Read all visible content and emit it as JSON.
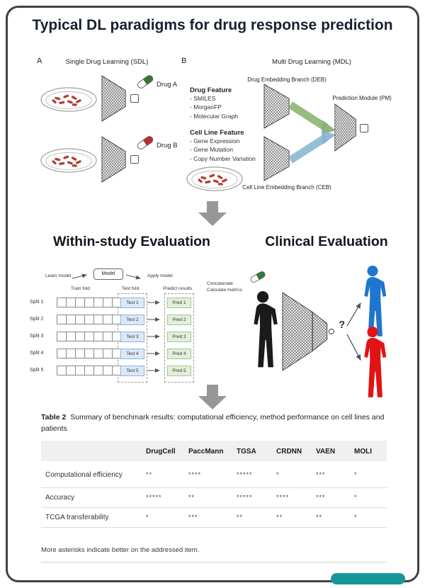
{
  "figure": {
    "title": "Typical DL paradigms for drug response prediction"
  },
  "panel_a": {
    "label": "A",
    "title": "Single Drug Learning (SDL)",
    "drug_a_label": "Drug A",
    "drug_b_label": "Drug B"
  },
  "panel_b": {
    "label": "B",
    "title": "Multi Drug Learning (MDL)",
    "drug_feature_title": "Drug Feature",
    "drug_feature_items": [
      "- SMILES",
      "- MorganFP",
      "- Molecular Graph"
    ],
    "cell_feature_title": "Cell Line Feature",
    "cell_feature_items": [
      "- Gene Expression",
      "- Gene Mutation",
      "- Copy Number Variation"
    ],
    "deb_label": "Drug Embedding Branch (DEB)",
    "ceb_label": "Cell Line Embedding Branch (CEB)",
    "pm_label": "Prediction Module (PM)"
  },
  "within_study": {
    "title": "Within-study Evaluation",
    "learn_model": "Learn model",
    "model": "Model",
    "apply_model": "Apply model",
    "train_fold": "Train fold",
    "test_fold": "Test fold",
    "predict_results": "Predict results",
    "concatenate": "Concatenate",
    "calculate_metrics": "Calculate metrics",
    "splits": [
      "Split 1",
      "Split 2",
      "Split 3",
      "Split 4",
      "Split 5"
    ],
    "tests": [
      "Test 1",
      "Test 2",
      "Test 3",
      "Test 4",
      "Test 5"
    ],
    "preds": [
      "Pred 1",
      "Pred 2",
      "Pred 3",
      "Pred 4",
      "Pred 5"
    ]
  },
  "clinical": {
    "title": "Clinical Evaluation",
    "question": "?"
  },
  "table": {
    "label": "Table 2",
    "caption": "Summary of benchmark results: computational efficiency, method performance on cell lines and patients",
    "columns": [
      "DrugCell",
      "PaccMann",
      "TGSA",
      "CRDNN",
      "VAEN",
      "MOLI"
    ],
    "rows": [
      {
        "label": "Computational efficiency",
        "values": [
          "**",
          "****",
          "*****",
          "*",
          "***",
          "*"
        ]
      },
      {
        "label": "Accuracy",
        "values": [
          "*****",
          "**",
          "*****",
          "****",
          "***",
          "*"
        ]
      },
      {
        "label": "TCGA transferability",
        "values": [
          "*",
          "***",
          "**",
          "**",
          "**",
          "*"
        ]
      }
    ],
    "footnote": "More asterisks indicate better on the addressed item."
  },
  "colors": {
    "accent_teal": "#169797",
    "drug_green": "#2d7d32",
    "drug_red": "#c62828",
    "patient_blue": "#1d76cf",
    "patient_red": "#e11414",
    "band_green": "#86b06a",
    "band_blue": "#85b3d1"
  }
}
